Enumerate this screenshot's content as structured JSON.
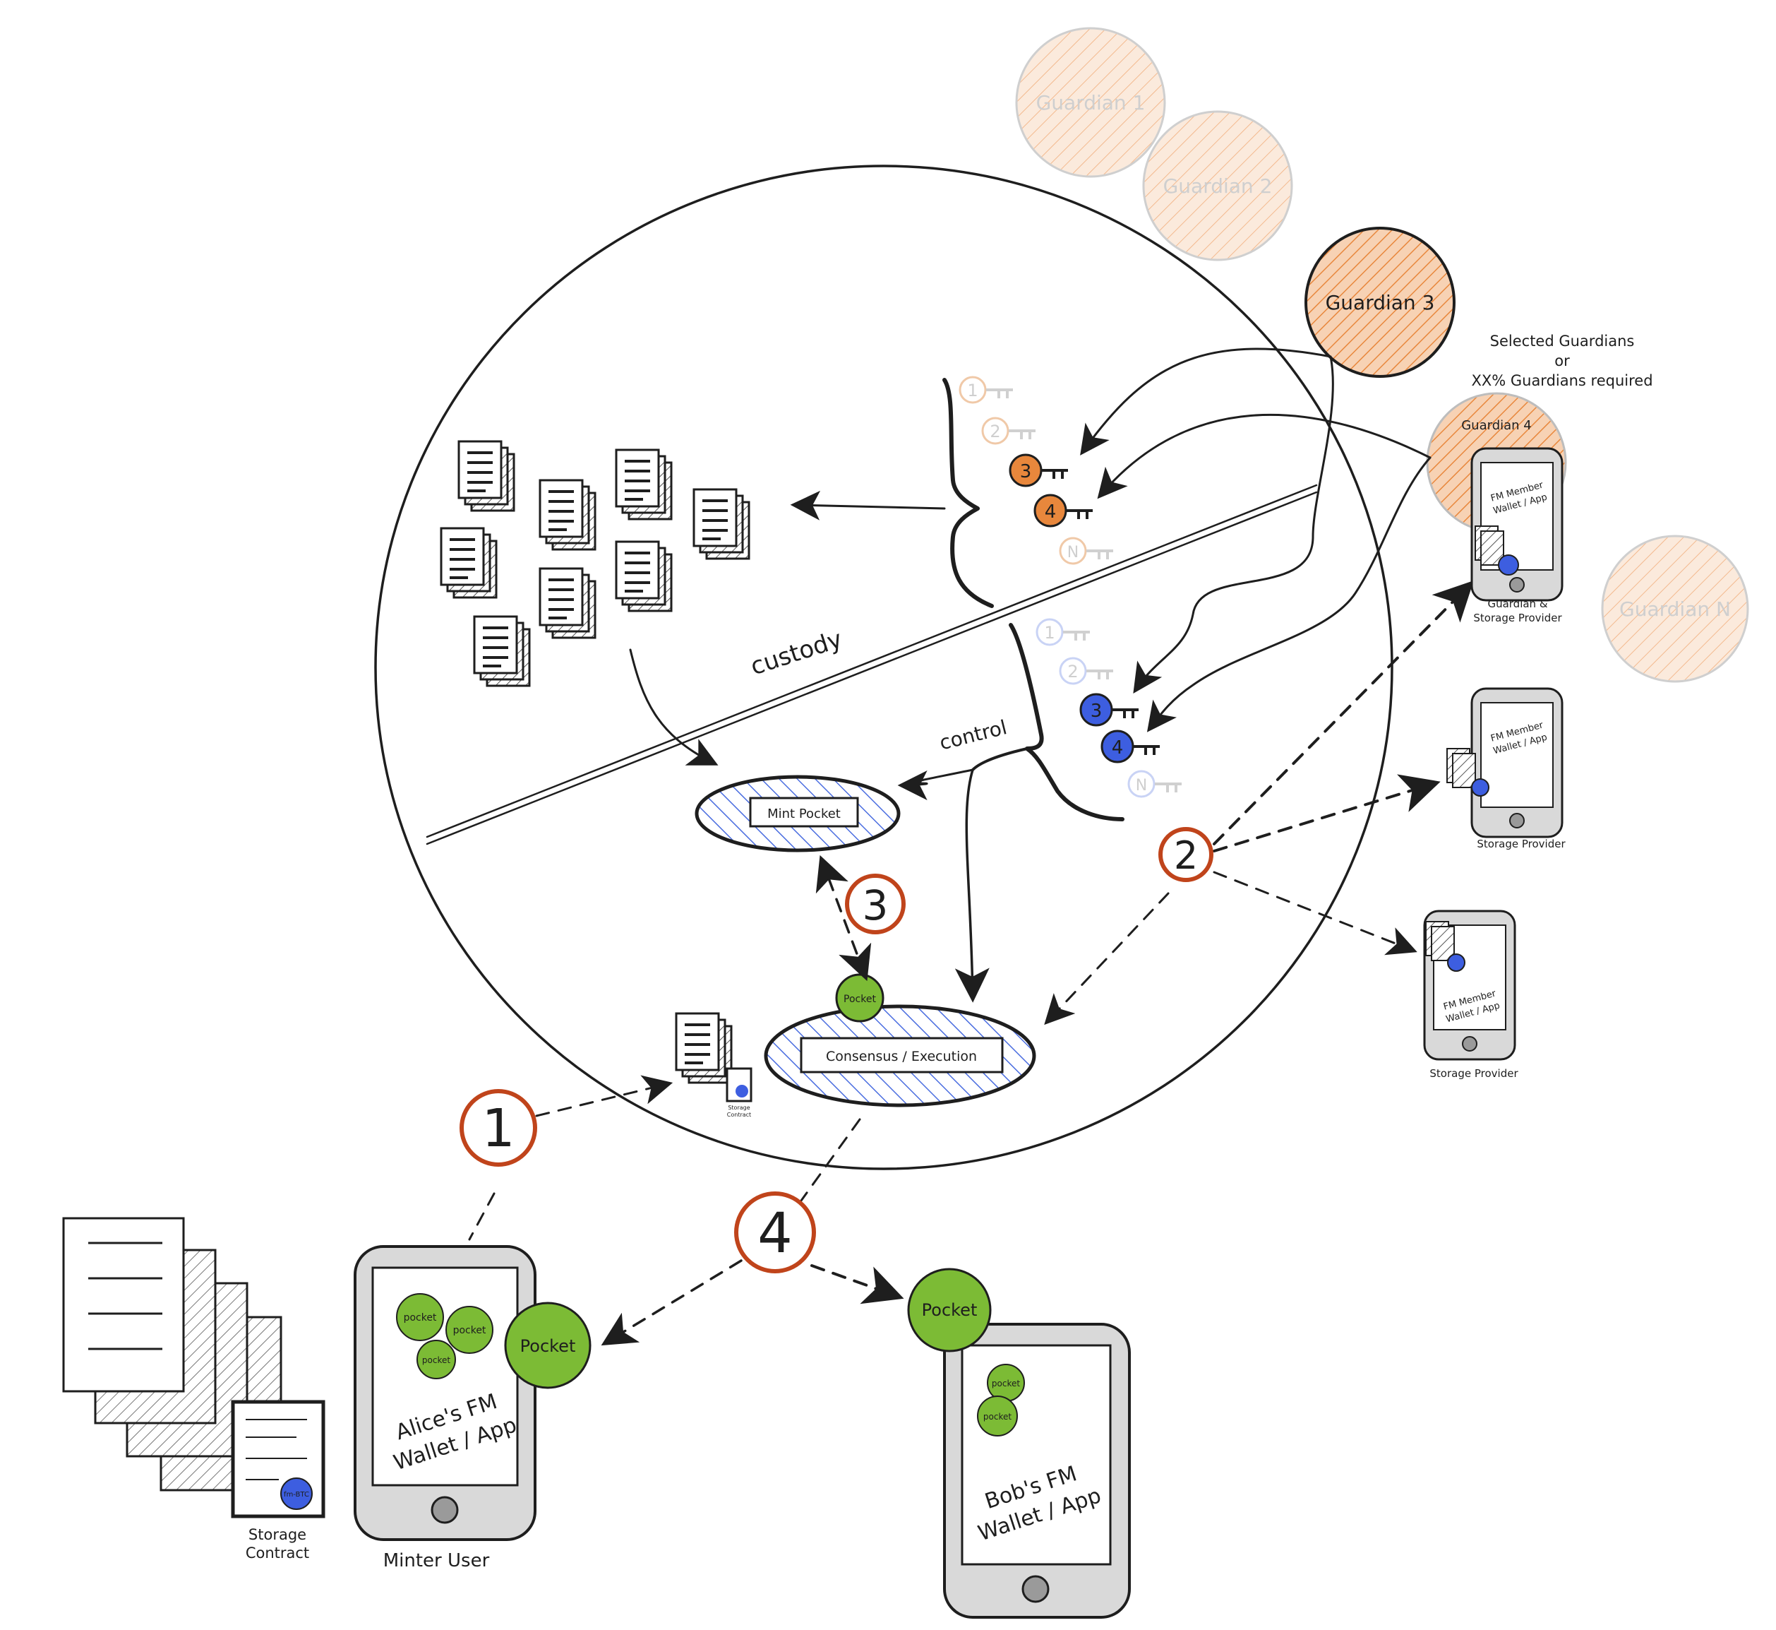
{
  "guardians": {
    "g1": "Guardian 1",
    "g2": "Guardian 2",
    "g3": "Guardian 3",
    "g4": "Guardian 4",
    "gn": "Guardian N"
  },
  "selection_note": {
    "line1": "Selected Guardians",
    "line2": "or",
    "line3": "XX% Guardians required"
  },
  "labels": {
    "custody": "custody",
    "control": "control",
    "mint_pocket": "Mint Pocket",
    "consensus": "Consensus / Execution",
    "pocket": "Pocket",
    "pocket_small": "pocket",
    "storage_contract_l1": "Storage",
    "storage_contract_l2": "Contract",
    "minter_user": "Minter User",
    "alice_l1": "Alice's FM",
    "alice_l2": "Wallet / App",
    "bob_l1": "Bob's FM",
    "bob_l2": "Wallet / App",
    "fm_member_l1": "FM Member",
    "fm_member_l2": "Wallet / App",
    "guardian_sp_l1": "Guardian &",
    "guardian_sp_l2": "Storage Provider",
    "storage_provider": "Storage Provider",
    "badge": "fm-BTC"
  },
  "keys": {
    "k1": "1",
    "k2": "2",
    "k3": "3",
    "k4": "4",
    "kn": "N"
  },
  "steps": {
    "s1": "1",
    "s2": "2",
    "s3": "3",
    "s4": "4"
  },
  "colors": {
    "orange": "#e8873c",
    "orange_light": "#f5c9a3",
    "blue": "#3d5ee0",
    "blue_light": "#c9d3f5",
    "green": "#7cbb35",
    "step_ring": "#c0441b",
    "phone_gray": "#d9d9d9"
  }
}
